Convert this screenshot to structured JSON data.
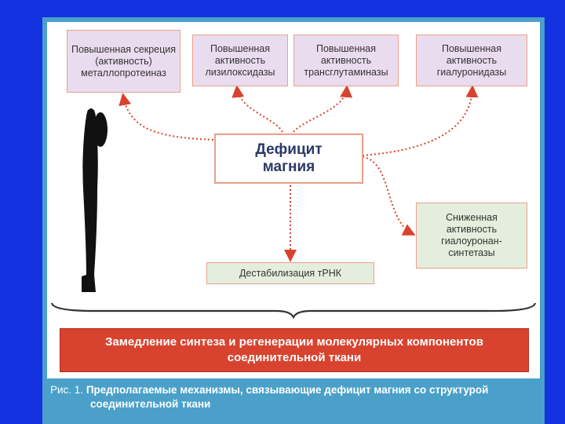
{
  "boxes": {
    "mmp": "Повышенная секреция (активность) металлопротеиназ",
    "lysyl": "Повышенная активность лизилоксидазы",
    "transglut": "Повышенная активность трансглутаминазы",
    "hyaluronidase": "Повышенная активность гиалуронидазы",
    "deficit": "Дефицит магния",
    "hyaluronan_synthase": "Сниженная активность гиалоуронан-синтетазы",
    "trna": "Дестабилизация тРНК"
  },
  "result": "Замедление синтеза и регенерации молекулярных компонентов соединительной ткани",
  "caption": {
    "label": "Рис. 1.",
    "line1": "Предполагаемые механизмы, связывающие дефицит магния со структурой",
    "line2": "соединительной ткани"
  },
  "colors": {
    "background": "#1432e0",
    "arrow": "#d8432f",
    "result_bar": "#d8432f",
    "caption_band": "#4aa0c8"
  }
}
